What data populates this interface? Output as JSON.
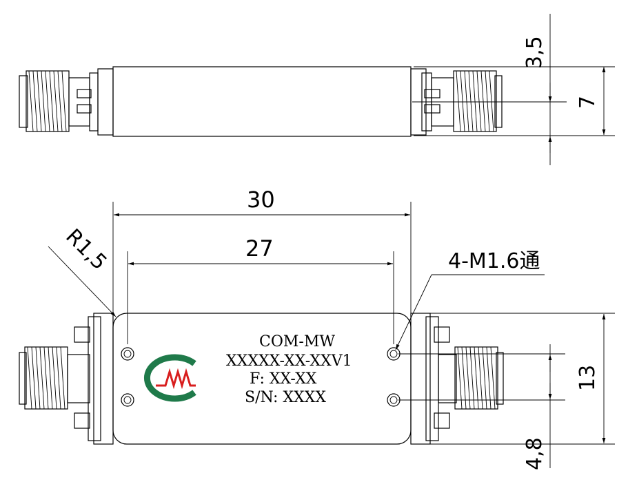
{
  "dimensions": {
    "top_offset": "3,5",
    "top_height": "7",
    "overall_length": "30",
    "hole_spacing_x": "27",
    "radius": "R1,5",
    "hole_callout": "4-M1.6通",
    "body_height": "13",
    "hole_spacing_y": "4,8"
  },
  "label": {
    "brand": "COM-MW",
    "model": "XXXXX-XX-XXV1",
    "frequency": "F: XX-XX",
    "serial": "S/N: XXXX"
  },
  "colors": {
    "line": "#000000",
    "logo_green": "#1f7a4a",
    "logo_red": "#d81e1e"
  }
}
